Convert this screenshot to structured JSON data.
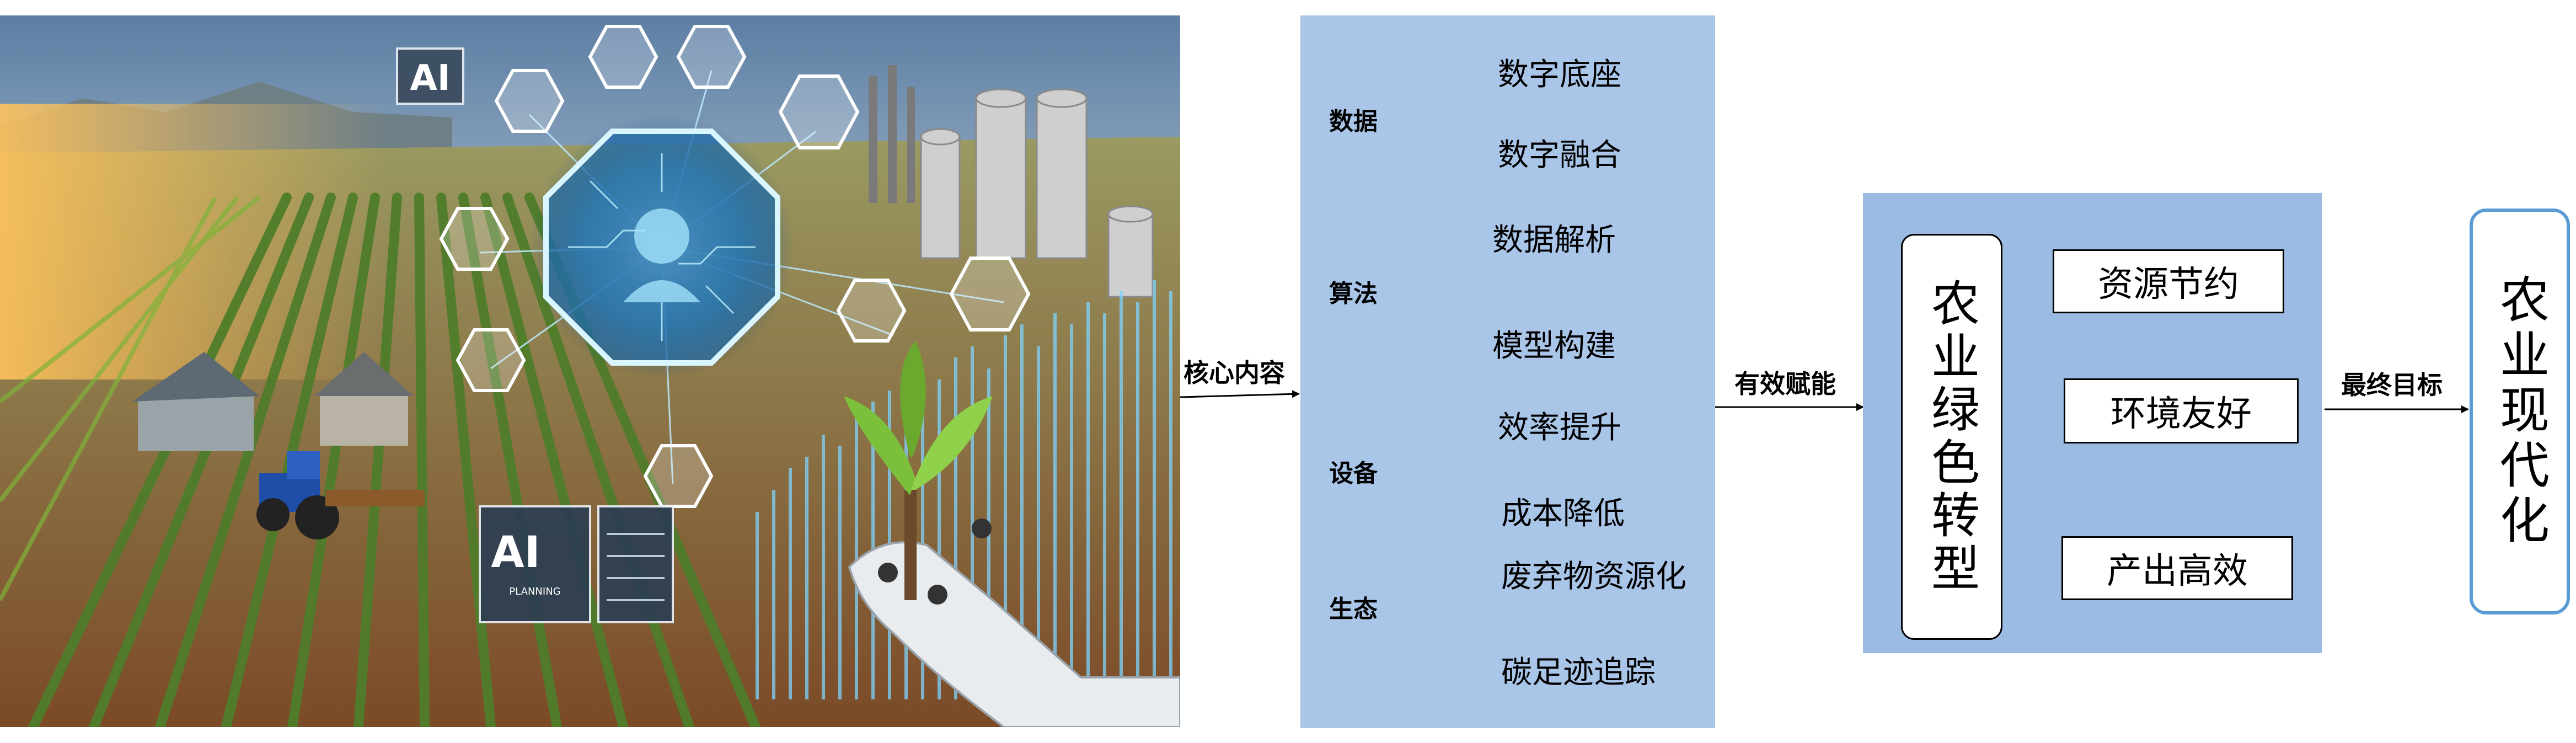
{
  "image_panel": {
    "ai_badge_top": "AI",
    "ai_badge_bottom": "AI",
    "ai_badge_bottom_sub": "PLANNING"
  },
  "core": {
    "arrow_label": "核心内容",
    "categories": [
      {
        "name": "数据",
        "items": [
          "数字底座",
          "数字融合"
        ]
      },
      {
        "name": "算法",
        "items": [
          "数据解析",
          "模型构建"
        ]
      },
      {
        "name": "设备",
        "items": [
          "效率提升",
          "成本降低"
        ]
      },
      {
        "name": "生态",
        "items": [
          "废弃物资源化",
          "碳足迹追踪"
        ]
      }
    ]
  },
  "empower": {
    "arrow_label": "有效赋能",
    "center_label": "农业绿色转型",
    "outcomes": [
      "资源节约",
      "环境友好",
      "产出高效"
    ]
  },
  "goal": {
    "arrow_label": "最终目标",
    "label": "农业现代化"
  },
  "colors": {
    "core_panel": "#a9c5e8",
    "empower_panel": "#9bbbe2",
    "goal_border": "#5b9bd5"
  }
}
